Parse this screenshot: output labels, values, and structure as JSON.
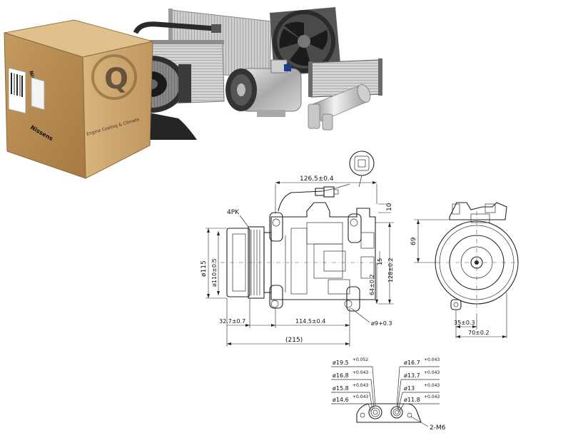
{
  "photo": {
    "box_brand": "Nissens",
    "box_tagline": "Engine Cooling & Climate",
    "box_letter": "Q"
  },
  "drawing": {
    "side_view": {
      "label_4pk": "4PK",
      "dim_126_5": "126.5±0.4",
      "dim_10": "10",
      "dim_115_dia": "ø115",
      "dim_110_dia": "ø110±0.5",
      "dim_15": "15",
      "dim_128": "128±0.2",
      "dim_64": "64±0.2",
      "dim_9_dia": "ø9+0.3",
      "dim_32_7": "32.7±0.7",
      "dim_114_5": "114.5±0.4",
      "dim_215": "(215)"
    },
    "front_view": {
      "dim_69": "69",
      "dim_35": "35±0.3",
      "dim_70": "70±0.2"
    },
    "ports": {
      "left": [
        "ø19.5",
        "ø16.8",
        "ø15.8",
        "ø14.6"
      ],
      "left_tol": [
        "+0.052",
        "+0.043",
        "+0.043",
        "+0.043"
      ],
      "right": [
        "ø16.7",
        "ø13.7",
        "ø13",
        "ø11.8"
      ],
      "right_tol": [
        "+0.043",
        "+0.043",
        "+0.043",
        "+0.043"
      ],
      "thread": "2-M6"
    }
  }
}
